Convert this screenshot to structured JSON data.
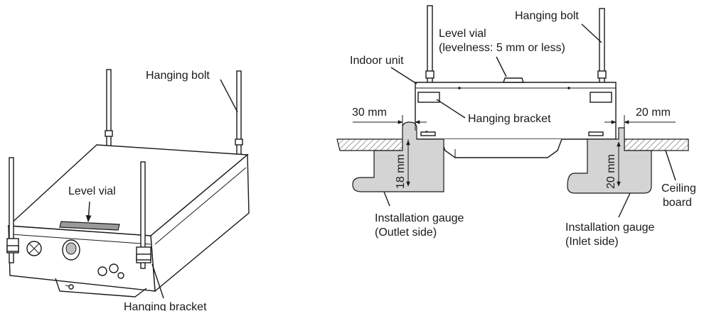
{
  "left_figure": {
    "hanging_bolt_label": "Hanging bolt",
    "level_vial_label": "Level vial",
    "hanging_bracket_label": "Hanging bracket"
  },
  "right_figure": {
    "hanging_bolt_label": "Hanging bolt",
    "level_vial_label_line1": "Level vial",
    "level_vial_label_line2": "(levelness: 5 mm or less)",
    "indoor_unit_label": "Indoor unit",
    "hanging_bracket_label": "Hanging bracket",
    "dim_left_label": "30 mm",
    "dim_right_label": "20 mm",
    "gauge_left_height_label": "18 mm",
    "gauge_right_height_label": "20 mm",
    "ceiling_board_line1": "Ceiling",
    "ceiling_board_line2": "board",
    "gauge_outlet_line1": "Installation gauge",
    "gauge_outlet_line2": "(Outlet side)",
    "gauge_inlet_line1": "Installation gauge",
    "gauge_inlet_line2": "(Inlet side)"
  }
}
